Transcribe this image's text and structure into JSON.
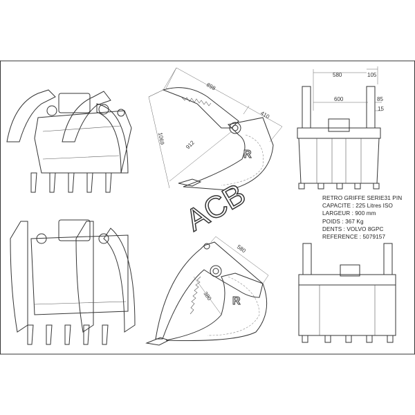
{
  "watermark": "ACB",
  "bucket_mark": "R",
  "specs": {
    "model": "RETRO GRIFFE SERIE31 PIN",
    "capacity": "CAPACITE : 225 Litres ISO",
    "width": "LARGEUR : 900 mm",
    "weight": "POIDS : 367 Kg",
    "teeth": "DENTS : VOLVO 8GPC",
    "reference": "REFERENCE : 5079157"
  },
  "dimensions": {
    "side_open": {
      "length": "898",
      "pivot": "410",
      "height": "1069",
      "diag": "912"
    },
    "side_closed": {
      "top": "580",
      "inner": "380"
    },
    "front": {
      "outer": "580",
      "inner": "600",
      "arm": "105",
      "h1": "85",
      "h2": "15"
    }
  }
}
